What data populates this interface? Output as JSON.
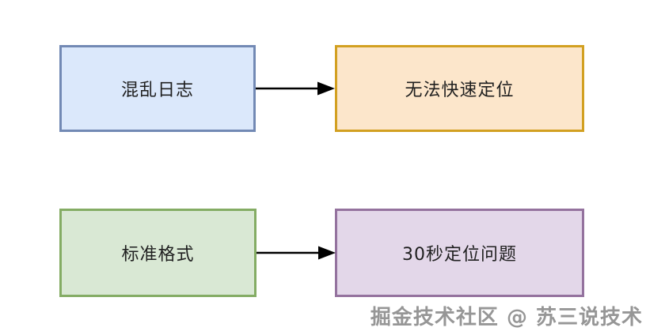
{
  "diagram": {
    "nodes": [
      {
        "id": "chaotic-logs",
        "label": "混乱日志",
        "fill": "#dbe8fb",
        "stroke": "#7289b4"
      },
      {
        "id": "cannot-locate-fast",
        "label": "无法快速定位",
        "fill": "#fce6cb",
        "stroke": "#d2a021"
      },
      {
        "id": "standard-format",
        "label": "标准格式",
        "fill": "#d9e8d4",
        "stroke": "#84ac64"
      },
      {
        "id": "locate-in-30s",
        "label": "30秒定位问题",
        "fill": "#e3d7e9",
        "stroke": "#94729e"
      }
    ],
    "edges": [
      {
        "from": "chaotic-logs",
        "to": "cannot-locate-fast"
      },
      {
        "from": "standard-format",
        "to": "locate-in-30s"
      }
    ],
    "arrow_color": "#000000"
  },
  "watermark": {
    "text": "掘金技术社区 @ 苏三说技术"
  }
}
